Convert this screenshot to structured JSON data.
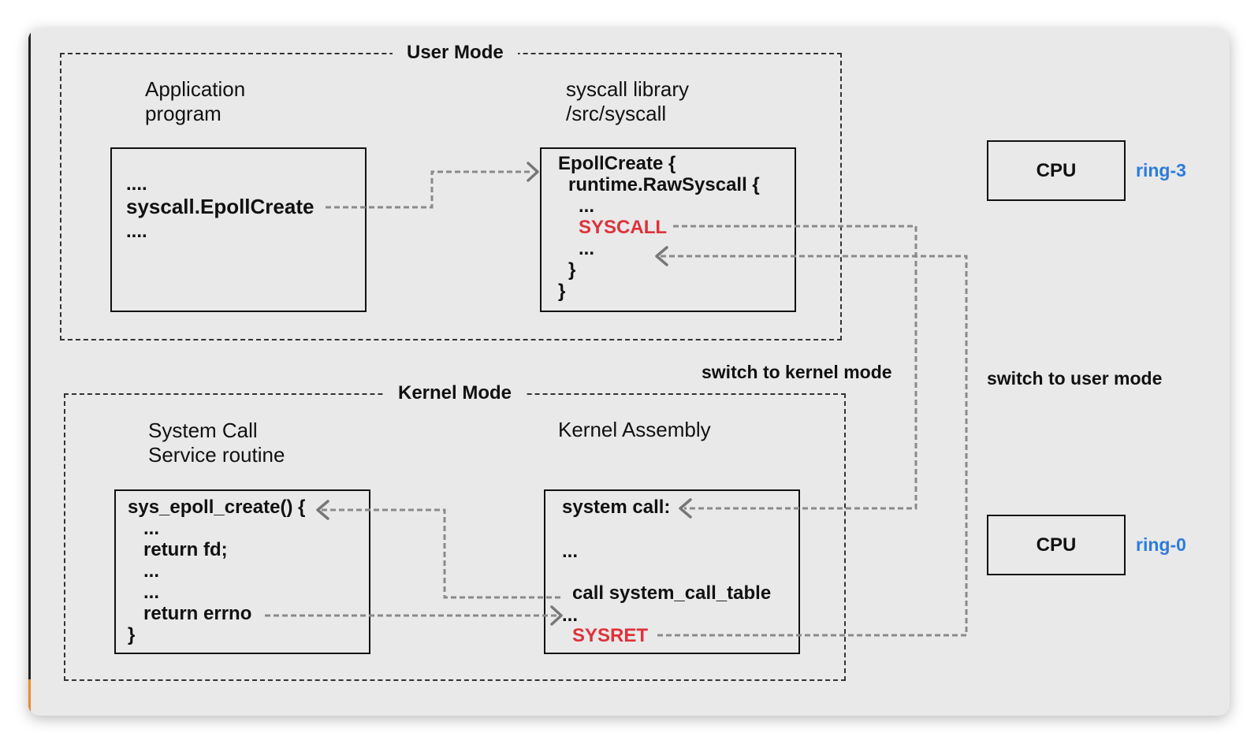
{
  "user_mode": {
    "title": "User Mode",
    "app_caption": [
      "Application",
      "program"
    ],
    "app_box": [
      "....",
      "syscall.EpollCreate",
      "...."
    ],
    "lib_caption": [
      "syscall library",
      "/src/syscall"
    ],
    "lib_box": [
      "EpollCreate {",
      "runtime.RawSyscall {",
      "...",
      "SYSCALL",
      "...",
      "}",
      "}"
    ]
  },
  "kernel_mode": {
    "title": "Kernel Mode",
    "service_caption": [
      "System Call",
      "Service routine"
    ],
    "service_box": [
      "sys_epoll_create() {",
      "...",
      "return fd;",
      "...",
      "...",
      "return errno",
      "}"
    ],
    "asm_caption": "Kernel Assembly",
    "asm_box": [
      "system call:",
      "...",
      "call system_call_table",
      "...",
      "SYSRET"
    ]
  },
  "notes": {
    "to_kernel": "switch to kernel mode",
    "to_user": "switch to user mode"
  },
  "cpus": [
    {
      "label": "CPU",
      "ring": "ring-3"
    },
    {
      "label": "CPU",
      "ring": "ring-0"
    }
  ],
  "colors": {
    "keyword_red": "#e0313a",
    "ring_blue": "#2a7be0",
    "connector_gray": "#8a8a8a"
  }
}
